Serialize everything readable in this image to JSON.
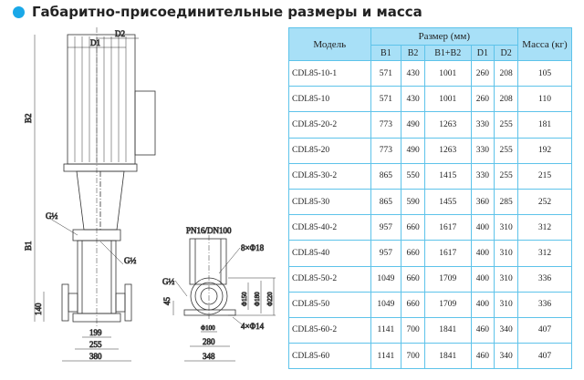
{
  "title": "Габаритно-присоединительные размеры и масса",
  "accent": "#1aa8e8",
  "drawing": {
    "front": {
      "D1": "D1",
      "D2": "D2",
      "B1": "B1",
      "B2": "B2",
      "G_top": "G½",
      "G_mid": "G½",
      "h140": "140",
      "w199": "199",
      "w255": "255",
      "w380": "380"
    },
    "side": {
      "flange": "PN16/DN100",
      "holes": "8×Φ18",
      "G": "G½",
      "h45": "45",
      "d150": "Φ150",
      "d180": "Φ180",
      "d220": "Φ220",
      "d100": "Φ100",
      "base_holes": "4×Φ14",
      "w280": "280",
      "w348": "348"
    }
  },
  "table": {
    "headers": {
      "model": "Модель",
      "size": "Размер (мм)",
      "mass": "Масса (кг)",
      "cols": [
        "B1",
        "B2",
        "B1+B2",
        "D1",
        "D2"
      ]
    },
    "rows": [
      [
        "CDL85-10-1",
        "571",
        "430",
        "1001",
        "260",
        "208",
        "105"
      ],
      [
        "CDL85-10",
        "571",
        "430",
        "1001",
        "260",
        "208",
        "110"
      ],
      [
        "CDL85-20-2",
        "773",
        "490",
        "1263",
        "330",
        "255",
        "181"
      ],
      [
        "CDL85-20",
        "773",
        "490",
        "1263",
        "330",
        "255",
        "192"
      ],
      [
        "CDL85-30-2",
        "865",
        "550",
        "1415",
        "330",
        "255",
        "215"
      ],
      [
        "CDL85-30",
        "865",
        "590",
        "1455",
        "360",
        "285",
        "252"
      ],
      [
        "CDL85-40-2",
        "957",
        "660",
        "1617",
        "400",
        "310",
        "312"
      ],
      [
        "CDL85-40",
        "957",
        "660",
        "1617",
        "400",
        "310",
        "312"
      ],
      [
        "CDL85-50-2",
        "1049",
        "660",
        "1709",
        "400",
        "310",
        "336"
      ],
      [
        "CDL85-50",
        "1049",
        "660",
        "1709",
        "400",
        "310",
        "336"
      ],
      [
        "CDL85-60-2",
        "1141",
        "700",
        "1841",
        "460",
        "340",
        "407"
      ],
      [
        "CDL85-60",
        "1141",
        "700",
        "1841",
        "460",
        "340",
        "407"
      ]
    ]
  }
}
